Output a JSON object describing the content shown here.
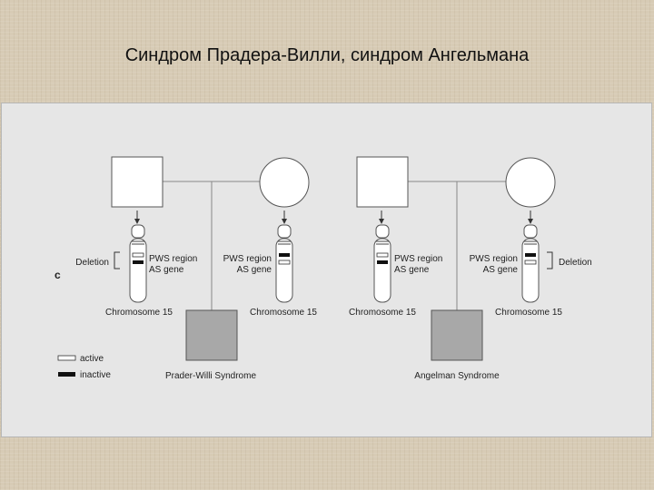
{
  "slide": {
    "title": "Синдром Прадера-Вилли, синдром Ангельмана"
  },
  "figure": {
    "panel_letter": "c",
    "left_pedigree": {
      "father_chromosome": {
        "region_labels": [
          "PWS region",
          "AS gene"
        ],
        "bracket_label": "Deletion",
        "caption": "Chromosome 15"
      },
      "mother_chromosome": {
        "region_labels": [
          "PWS region",
          "AS gene"
        ],
        "caption": "Chromosome 15"
      },
      "child_label": "Prader-Willi Syndrome"
    },
    "right_pedigree": {
      "father_chromosome": {
        "region_labels": [
          "PWS region",
          "AS gene"
        ],
        "caption": "Chromosome 15"
      },
      "mother_chromosome": {
        "region_labels": [
          "PWS region",
          "AS gene"
        ],
        "bracket_label": "Deletion",
        "caption": "Chromosome 15"
      },
      "child_label": "Angelman Syndrome"
    },
    "legend": {
      "active_label": "active",
      "inactive_label": "inactive"
    },
    "colors": {
      "affected_fill": "#a8a8a8",
      "parent_fill": "#ffffff",
      "inactive_band": "#111111",
      "active_band": "#ffffff",
      "line": "#888888",
      "arrow": "#333333"
    }
  }
}
